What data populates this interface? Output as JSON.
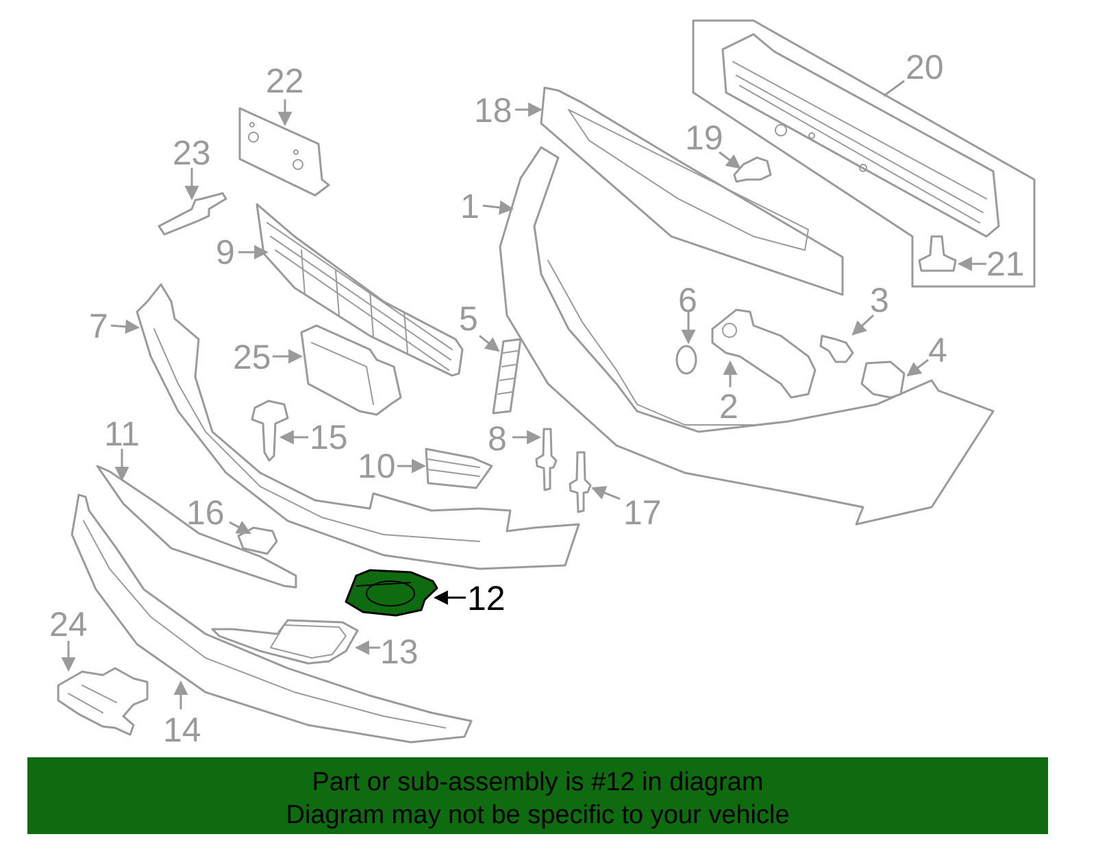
{
  "labels": {
    "l1": "1",
    "l2": "2",
    "l3": "3",
    "l4": "4",
    "l5": "5",
    "l6": "6",
    "l7": "7",
    "l8": "8",
    "l9": "9",
    "l10": "10",
    "l11": "11",
    "l12": "12",
    "l13": "13",
    "l14": "14",
    "l15": "15",
    "l16": "16",
    "l17": "17",
    "l18": "18",
    "l19": "19",
    "l20": "20",
    "l21": "21",
    "l22": "22",
    "l23": "23",
    "l24": "24",
    "l25": "25"
  },
  "highlight": {
    "part": "12",
    "color": "#0f6b0f"
  },
  "colors": {
    "line": "#9a9a9a",
    "banner": "#0f6b0f"
  },
  "banner": {
    "line1": "Part or sub-assembly is #12 in diagram",
    "line2": "Diagram may not be specific to your vehicle"
  }
}
